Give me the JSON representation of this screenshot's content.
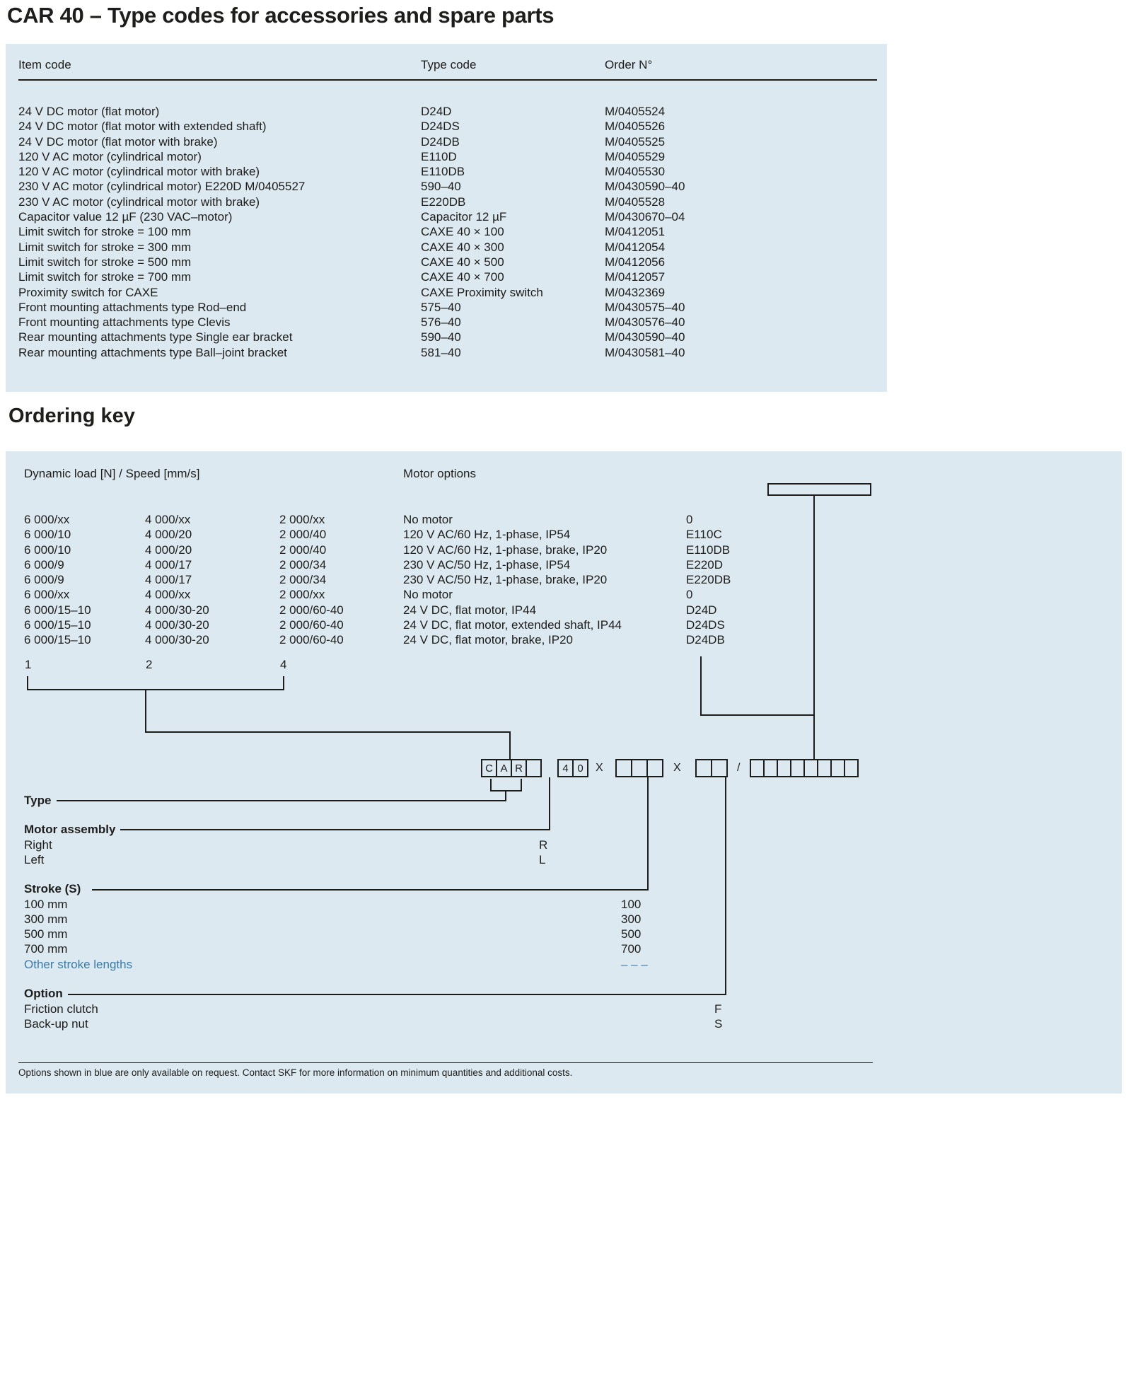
{
  "page": {
    "title": "CAR 40 – Type codes for accessories and spare parts",
    "ordering_key_title": "Ordering key",
    "footnote": "Options shown in blue are only available on request. Contact SKF for more information on minimum quantities and additional costs."
  },
  "colors": {
    "panel_background": "#dde9f0",
    "text": "#1d1d1b",
    "blue_option_text": "#3a7ca8"
  },
  "accessories": {
    "headers": {
      "item": "Item code",
      "type": "Type code",
      "order": "Order N°"
    },
    "rows": [
      {
        "item": "24 V DC motor (flat motor)",
        "type": "D24D",
        "order": "M/0405524"
      },
      {
        "item": "24 V DC motor (flat motor with extended shaft)",
        "type": "D24DS",
        "order": "M/0405526"
      },
      {
        "item": "24 V DC motor (flat motor with brake)",
        "type": "D24DB",
        "order": "M/0405525"
      },
      {
        "item": "120 V AC motor (cylindrical motor)",
        "type": "E110D",
        "order": "M/0405529"
      },
      {
        "item": "120 V AC motor (cylindrical motor with brake)",
        "type": "E110DB",
        "order": "M/0405530"
      },
      {
        "item": "230 V AC motor (cylindrical motor) E220D M/0405527",
        "type": "590–40",
        "order": "M/0430590–40"
      },
      {
        "item": "230 V AC motor (cylindrical motor with brake)",
        "type": "E220DB",
        "order": "M/0405528"
      },
      {
        "item": "Capacitor value 12 µF (230 VAC–motor)",
        "type": "Capacitor 12 µF",
        "order": "M/0430670–04"
      },
      {
        "item": "Limit switch for stroke = 100 mm",
        "type": "CAXE 40 × 100",
        "order": "M/0412051"
      },
      {
        "item": "Limit switch for stroke = 300 mm",
        "type": "CAXE 40 × 300",
        "order": "M/0412054"
      },
      {
        "item": "Limit switch for stroke = 500 mm",
        "type": "CAXE 40 × 500",
        "order": "M/0412056"
      },
      {
        "item": "Limit switch for stroke = 700 mm",
        "type": "CAXE 40 × 700",
        "order": "M/0412057"
      },
      {
        "item": "Proximity switch for CAXE",
        "type": "CAXE Proximity switch",
        "order": "M/0432369"
      },
      {
        "item": "Front mounting attachments type Rod–end",
        "type": "575–40",
        "order": "M/0430575–40"
      },
      {
        "item": "Front mounting attachments type Clevis",
        "type": "576–40",
        "order": "M/0430576–40"
      },
      {
        "item": "Rear mounting attachments type Single ear bracket",
        "type": "590–40",
        "order": "M/0430590–40"
      },
      {
        "item": "Rear mounting attachments type Ball–joint bracket",
        "type": "581–40",
        "order": "M/0430581–40"
      }
    ]
  },
  "ordering_key": {
    "load_header": "Dynamic load [N] / Speed [mm/s]",
    "motor_header": "Motor options",
    "matrix": [
      {
        "l1": "6 000/xx",
        "l2": "4 000/xx",
        "l3": "2 000/xx",
        "motor": "No motor",
        "code": "0"
      },
      {
        "l1": "6 000/10",
        "l2": "4 000/20",
        "l3": "2 000/40",
        "motor": "120 V AC/60 Hz, 1-phase, IP54",
        "code": "E110C"
      },
      {
        "l1": "6 000/10",
        "l2": "4 000/20",
        "l3": "2 000/40",
        "motor": "120 V AC/60 Hz, 1-phase, brake, IP20",
        "code": "E110DB"
      },
      {
        "l1": "6 000/9",
        "l2": "4 000/17",
        "l3": "2 000/34",
        "motor": "230 V AC/50 Hz, 1-phase, IP54",
        "code": "E220D"
      },
      {
        "l1": "6 000/9",
        "l2": "4 000/17",
        "l3": "2 000/34",
        "motor": "230 V AC/50 Hz, 1-phase, brake, IP20",
        "code": "E220DB"
      },
      {
        "l1": "6 000/xx",
        "l2": "4 000/xx",
        "l3": "2 000/xx",
        "motor": "No motor",
        "code": "0"
      },
      {
        "l1": "6 000/15–10",
        "l2": "4 000/30-20",
        "l3": "2 000/60-40",
        "motor": "24 V DC, flat motor, IP44",
        "code": "D24D"
      },
      {
        "l1": "6 000/15–10",
        "l2": "4 000/30-20",
        "l3": "2 000/60-40",
        "motor": "24 V DC, flat motor, extended shaft, IP44",
        "code": "D24DS"
      },
      {
        "l1": "6 000/15–10",
        "l2": "4 000/30-20",
        "l3": "2 000/60-40",
        "motor": "24 V DC, flat motor, brake, IP20",
        "code": "D24DB"
      }
    ],
    "load_codes": {
      "c1": "1",
      "c2": "2",
      "c3": "4"
    },
    "designation": {
      "g1": [
        "C",
        "A",
        "R",
        ""
      ],
      "g2": [
        "4",
        "0"
      ],
      "sep1": "X",
      "g3": [
        "",
        "",
        ""
      ],
      "sep2": "X",
      "g4": [
        "",
        ""
      ],
      "sep3": "/",
      "g5": [
        "",
        "",
        "",
        "",
        "",
        "",
        "",
        ""
      ]
    },
    "type": {
      "label": "Type"
    },
    "motor_assembly": {
      "label": "Motor assembly",
      "rows": [
        {
          "label": "Right",
          "code": "R"
        },
        {
          "label": "Left",
          "code": "L"
        }
      ]
    },
    "stroke": {
      "label": "Stroke (S)",
      "rows": [
        {
          "label": "100 mm",
          "code": "100"
        },
        {
          "label": "300 mm",
          "code": "300"
        },
        {
          "label": "500 mm",
          "code": "500"
        },
        {
          "label": "700 mm",
          "code": "700"
        },
        {
          "label": "Other stroke lengths",
          "code": "– – –"
        }
      ]
    },
    "option": {
      "label": "Option",
      "rows": [
        {
          "label": "Friction clutch",
          "code": "F"
        },
        {
          "label": "Back-up nut",
          "code": "S"
        }
      ]
    }
  }
}
